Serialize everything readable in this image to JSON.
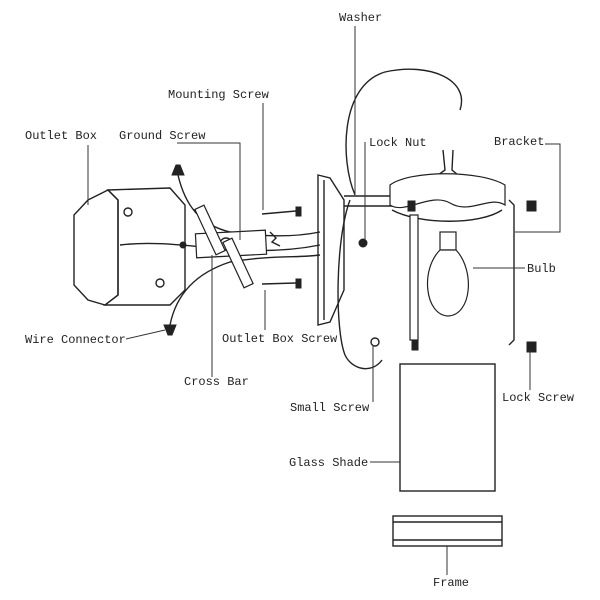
{
  "diagram": {
    "labels": {
      "washer": "Washer",
      "mounting_screw": "Mounting Screw",
      "outlet_box": "Outlet Box",
      "ground_screw": "Ground Screw",
      "lock_nut": "Lock Nut",
      "bracket": "Bracket",
      "bulb": "Bulb",
      "wire_connector": "Wire Connector",
      "outlet_box_screw": "Outlet Box Screw",
      "cross_bar": "Cross Bar",
      "small_screw": "Small Screw",
      "lock_screw": "Lock Screw",
      "glass_shade": "Glass Shade",
      "frame": "Frame"
    }
  }
}
